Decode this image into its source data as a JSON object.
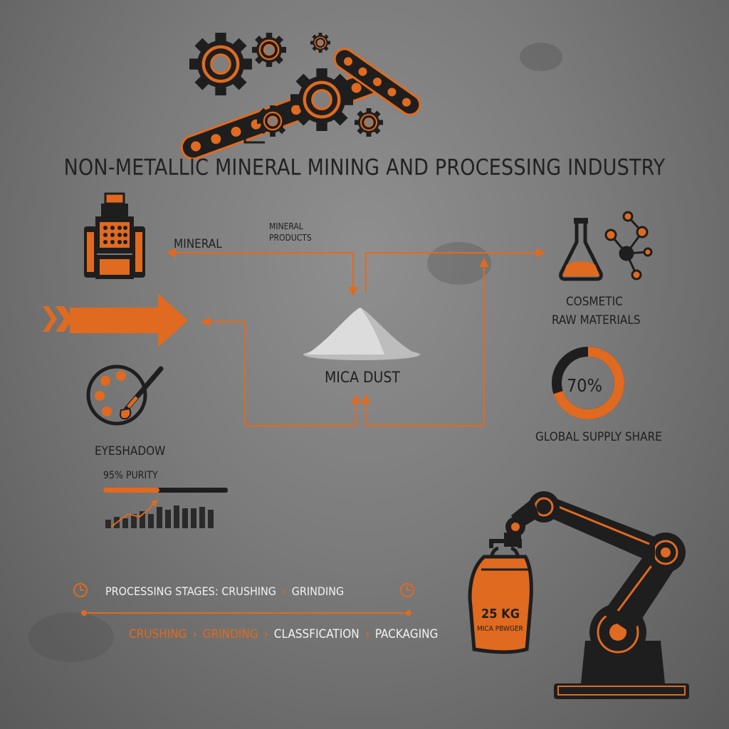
{
  "title": "NON-METALLIC MINERAL MINING AND PROCESSING INDUSTRY",
  "labels": {
    "mineral": "MINERAL",
    "mineral_products_line1": "MINERAL",
    "mineral_products_line2": "PRODUCTS",
    "mica_dust": "MICA DUST",
    "cosmetic_line1": "COSMETIC",
    "cosmetic_line2": "RAW MATERIALS",
    "eyeshadow": "EYESHADOW"
  },
  "purity": {
    "label": "95% PURITY",
    "value": 0.45
  },
  "supply_share": {
    "value_text": "70%",
    "label": "GLOBAL SUPPLY SHARE",
    "value": 0.7
  },
  "processing_header": "PROCESSING STAGES: CRUSHING",
  "processing_header_next": "GRINDING",
  "stages": [
    "CRUSHING",
    "GRINDING",
    "CLASSFICATION",
    "PACKAGING"
  ],
  "bag": {
    "weight": "25 KG",
    "content": "MICA PBWGER"
  },
  "colors": {
    "accent": "#e06a1f",
    "dark": "#1e1e1e",
    "background": "#7f7f7f"
  },
  "icons": [
    "gears-conveyor-icon",
    "crusher-machine-icon",
    "arrow-right-icon",
    "flask-icon",
    "molecule-icon",
    "palette-brush-icon",
    "bar-chart-icon",
    "clock-icon",
    "robot-arm-icon",
    "sack-icon"
  ]
}
